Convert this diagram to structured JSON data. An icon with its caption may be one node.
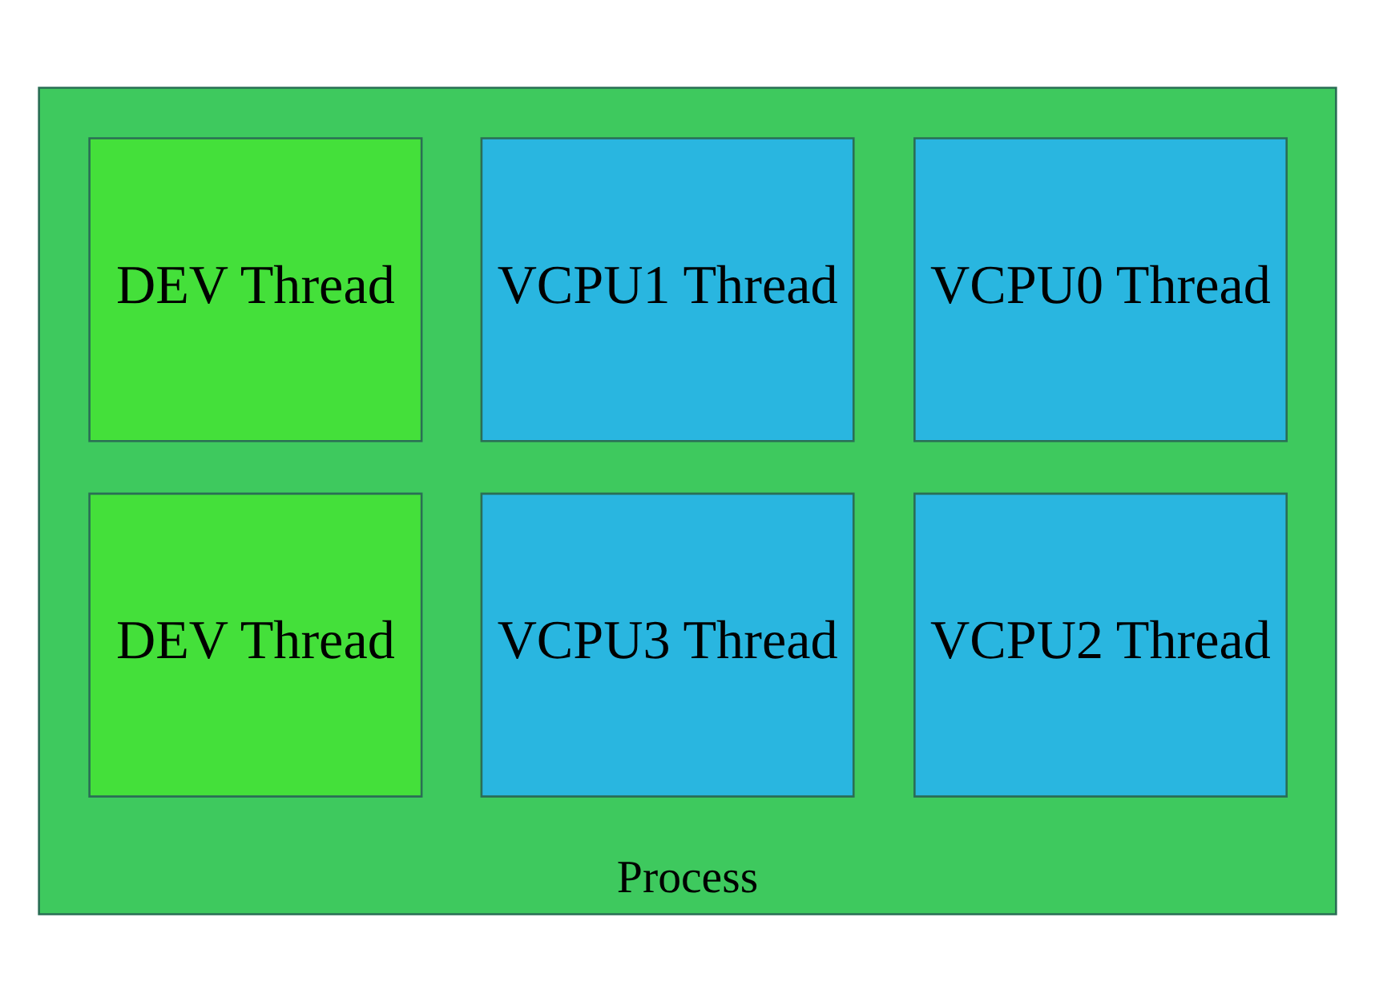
{
  "diagram": {
    "nodes": [
      {
        "text": [
          "Process"
        ]
      },
      {
        "text": [
          "VCPU0 Thread"
        ],
        "in": 0
      },
      {
        "text": [
          "VCPU1 Thread"
        ],
        "in": 0
      },
      {
        "text": [
          "DEV Thread"
        ],
        "in": 0
      },
      {
        "text": [
          "VCPU2 Thread"
        ],
        "in": 0
      },
      {
        "text": [
          "VCPU3 Thread"
        ],
        "in": 0
      },
      {
        "text": [
          "DEV Thread"
        ],
        "in": 0
      }
    ],
    "edges": []
  }
}
